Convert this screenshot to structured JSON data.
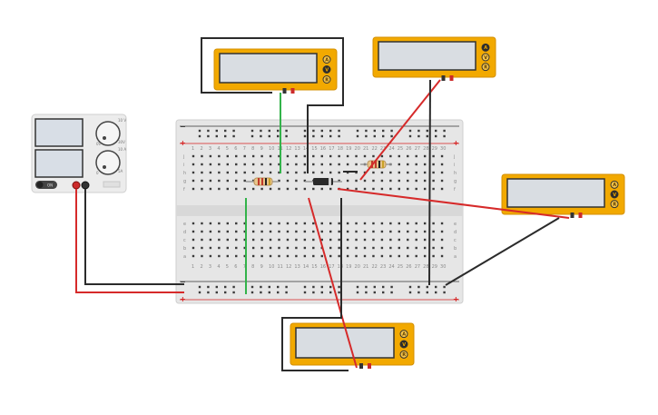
{
  "colors": {
    "canvas": "#ffffff",
    "breadboard": "#e8e8e8",
    "breadboard_channel": "#d6d6d6",
    "hole": "#3a3a3a",
    "rail_red": "#d61f1f",
    "rail_black": "#333333",
    "multimeter_body": "#f2a900",
    "multimeter_screen": "#d9dde2",
    "wire_red": "#d62a2a",
    "wire_black": "#2b2b2b",
    "wire_green": "#33b34a",
    "psu_body": "#ececec"
  },
  "breadboard": {
    "columns": 30,
    "top_rows": [
      "j",
      "i",
      "h",
      "g",
      "f"
    ],
    "bottom_rows": [
      "e",
      "d",
      "c",
      "b",
      "a"
    ],
    "rail_plus": "+",
    "rail_minus": "−"
  },
  "power_supply": {
    "toggle_label": "ON",
    "knob_top_labels": [
      "10 V",
      "0V",
      "30V"
    ],
    "knob_bottom_labels": [
      "10 A",
      "0",
      "5A"
    ]
  },
  "multimeters": [
    {
      "id": "mm-top-left",
      "modes": [
        "A",
        "V",
        "R"
      ],
      "selected": "V"
    },
    {
      "id": "mm-top-right",
      "modes": [
        "A",
        "V",
        "R"
      ],
      "selected": "A"
    },
    {
      "id": "mm-right",
      "modes": [
        "A",
        "V",
        "R"
      ],
      "selected": "V"
    },
    {
      "id": "mm-bottom",
      "modes": [
        "A",
        "V",
        "R"
      ],
      "selected": "V"
    }
  ],
  "components": [
    {
      "type": "resistor",
      "name": "resistor-left",
      "bands": [
        "#c0392b",
        "#c0392b",
        "#222222",
        "#c9a227"
      ]
    },
    {
      "type": "resistor",
      "name": "resistor-right",
      "bands": [
        "#c0392b",
        "#c0392b",
        "#222222",
        "#c9a227"
      ]
    },
    {
      "type": "diode",
      "name": "diode"
    }
  ]
}
